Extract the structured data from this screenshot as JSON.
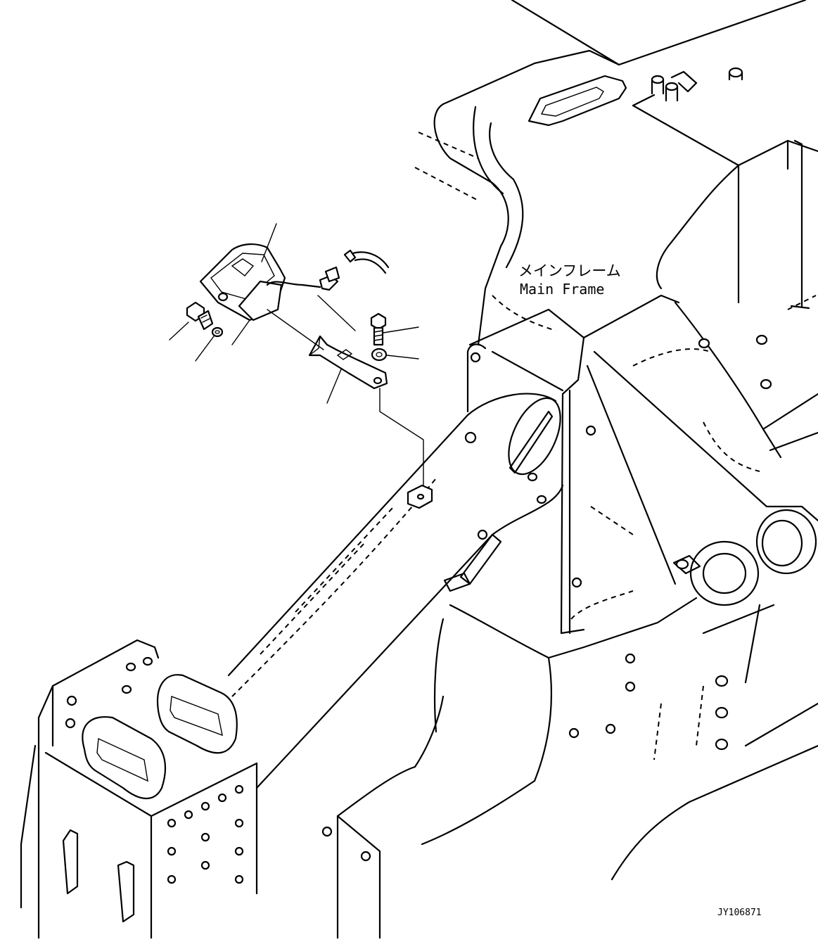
{
  "label": {
    "main_frame_jp": "メインフレーム",
    "main_frame_en": "Main Frame"
  },
  "drawing_id": "JY106871"
}
